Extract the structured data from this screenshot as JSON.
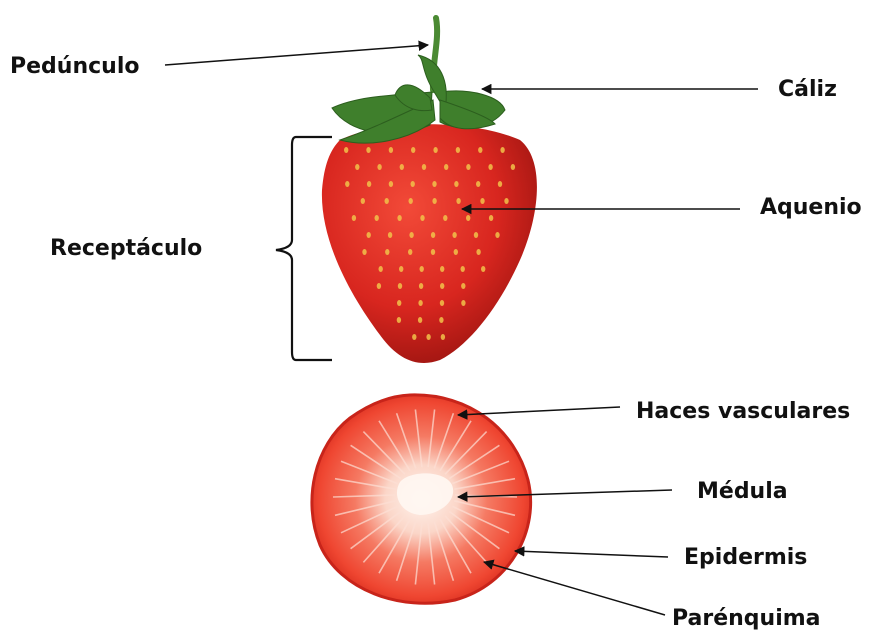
{
  "labels": {
    "peduncle": "Pedúnculo",
    "calyx": "Cáliz",
    "achene": "Aquenio",
    "receptacle": "Receptáculo",
    "vascular_bundles": "Haces vasculares",
    "pith": "Médula",
    "epidermis": "Epidermis",
    "parenchyma": "Parénquima"
  },
  "colors": {
    "berry_red": "#d8261f",
    "berry_dark": "#9c1410",
    "seed": "#f1c24a",
    "leaf": "#3f7f2c",
    "flesh": "#f2553f",
    "pith": "#fbe3da",
    "line": "#111111"
  }
}
